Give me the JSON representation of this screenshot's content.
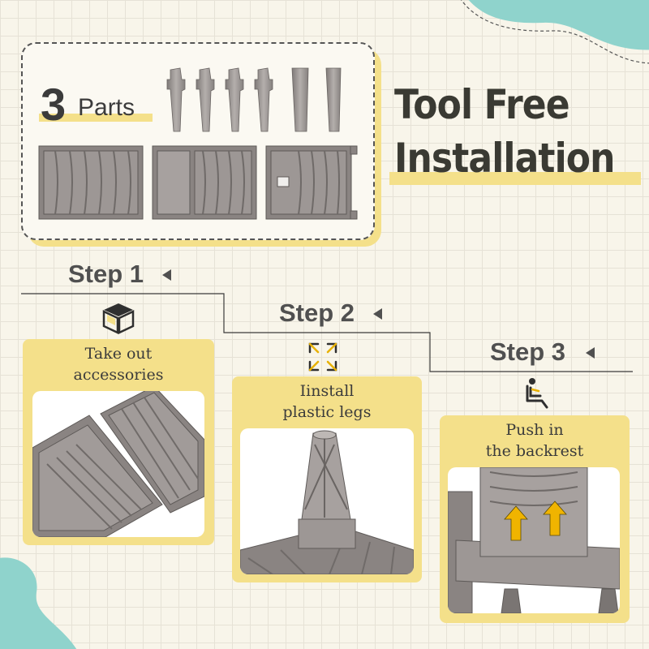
{
  "parts": {
    "count": "3",
    "label": "Parts"
  },
  "headline": {
    "line1": "Tool Free",
    "line2": "Installation"
  },
  "steps": [
    {
      "title": "Step 1",
      "icon": "box-icon",
      "text_line1": "Take out",
      "text_line2": "accessories"
    },
    {
      "title": "Step 2",
      "icon": "expand-arrows-icon",
      "text_line1": "Iinstall",
      "text_line2": "plastic legs"
    },
    {
      "title": "Step 3",
      "icon": "seated-person-icon",
      "text_line1": "Push in",
      "text_line2": "the backrest"
    }
  ],
  "colors": {
    "accent_yellow": "#f4e08a",
    "teal_blob": "#8fd3cc",
    "text_dark": "#3b3b3b",
    "plastic_gray": "#8a8482"
  }
}
